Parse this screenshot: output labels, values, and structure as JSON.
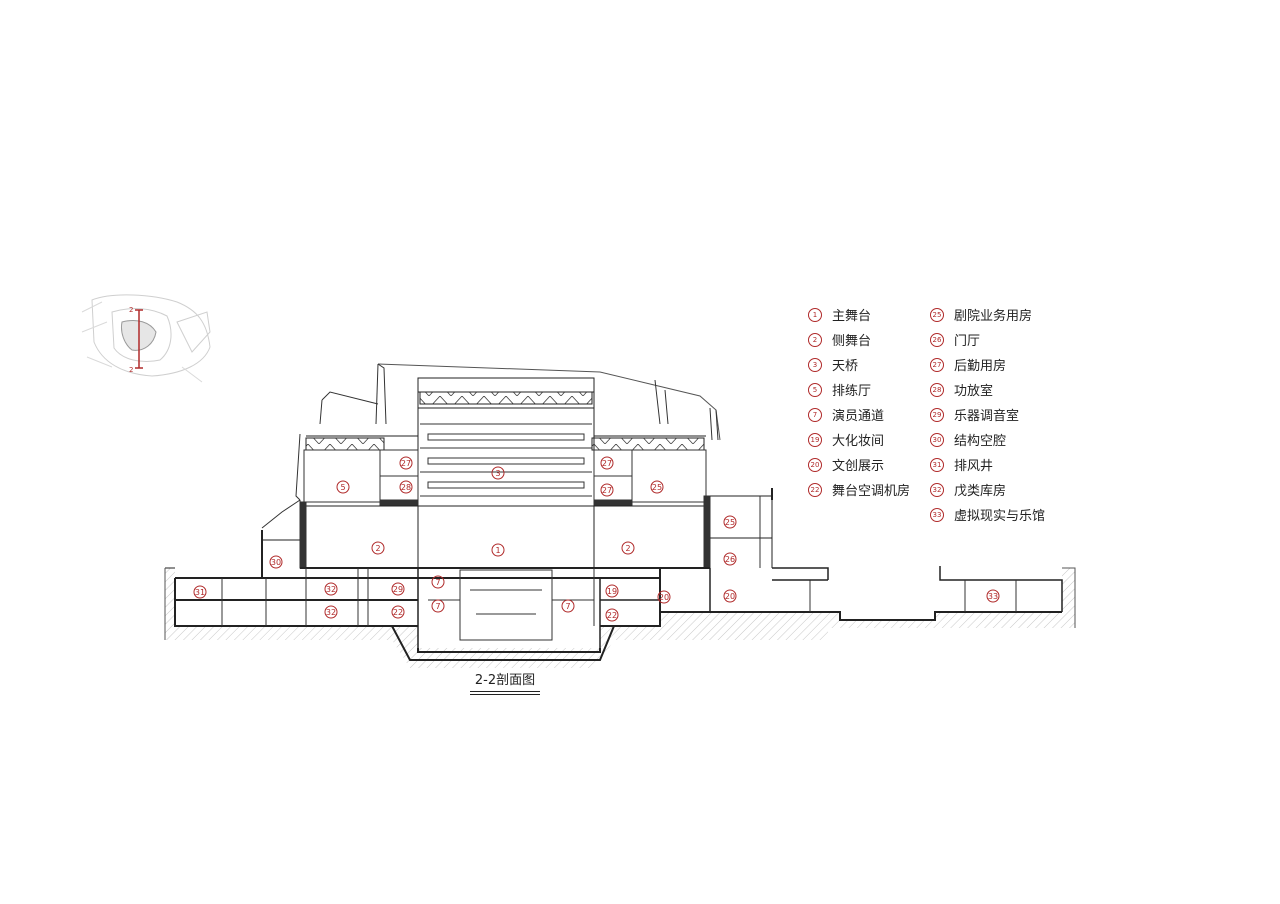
{
  "legend": {
    "items": [
      {
        "num": "1",
        "label": "主舞台"
      },
      {
        "num": "2",
        "label": "侧舞台"
      },
      {
        "num": "3",
        "label": "天桥"
      },
      {
        "num": "5",
        "label": "排练厅"
      },
      {
        "num": "7",
        "label": "演员通道"
      },
      {
        "num": "19",
        "label": "大化妆间"
      },
      {
        "num": "20",
        "label": "文创展示"
      },
      {
        "num": "22",
        "label": "舞台空调机房"
      },
      {
        "num": "25",
        "label": "剧院业务用房"
      },
      {
        "num": "26",
        "label": "门厅"
      },
      {
        "num": "27",
        "label": "后勤用房"
      },
      {
        "num": "28",
        "label": "功放室"
      },
      {
        "num": "29",
        "label": "乐器调音室"
      },
      {
        "num": "30",
        "label": "结构空腔"
      },
      {
        "num": "31",
        "label": "排风井"
      },
      {
        "num": "32",
        "label": "戊类库房"
      },
      {
        "num": "33",
        "label": "虚拟现实与乐馆"
      }
    ]
  },
  "section_tags": {
    "t1": "1",
    "t2a": "2",
    "t2b": "2",
    "t3": "3",
    "t5": "5",
    "t7a": "7",
    "t7b": "7",
    "t7c": "7",
    "t19": "19",
    "t20a": "20",
    "t20b": "20",
    "t22a": "22",
    "t22b": "22",
    "t25a": "25",
    "t25b": "25",
    "t26": "26",
    "t27a": "27",
    "t27b": "27",
    "t27c": "27",
    "t28": "28",
    "t29": "29",
    "t30": "30",
    "t31": "31",
    "t32a": "32",
    "t32b": "32",
    "t33": "33"
  },
  "keyplan": {
    "cut_mark_top": "2",
    "cut_mark_bottom": "2"
  },
  "caption": "2-2剖面图",
  "colors": {
    "line": "#333333",
    "accent": "#b02a2a",
    "hatch": "#bbbbbb",
    "background": "#ffffff"
  }
}
